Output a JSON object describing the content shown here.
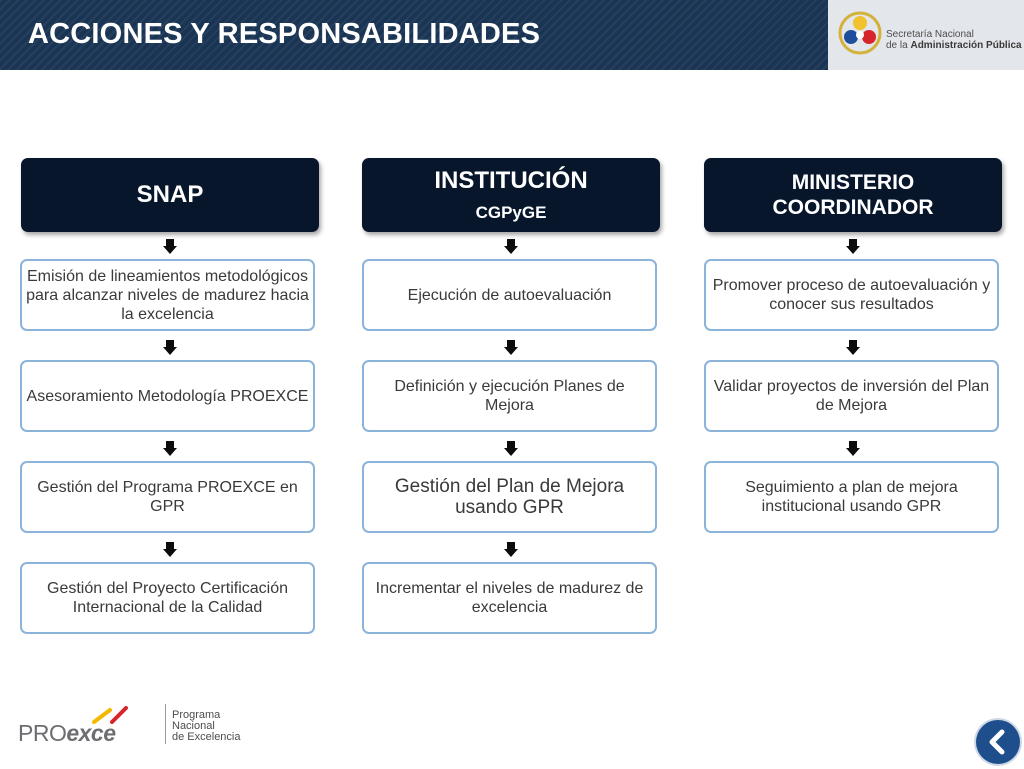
{
  "header": {
    "title": "ACCIONES Y RESPONSABILIDADES"
  },
  "sna_logo": {
    "line1": "Secretaría Nacional",
    "line2_prefix": "de la ",
    "line2_bold": "Administración Pública"
  },
  "columns": [
    {
      "title": "SNAP",
      "subtitle": "",
      "boxes": [
        "Emisión de lineamientos metodológicos para alcanzar niveles de madurez hacia la excelencia",
        "Asesoramiento Metodología PROEXCE",
        "Gestión del Programa PROEXCE en GPR",
        "Gestión del Proyecto Certificación Internacional de la Calidad"
      ]
    },
    {
      "title": "INSTITUCIÓN",
      "subtitle": "CGPyGE",
      "boxes": [
        "Ejecución de autoevaluación",
        "Definición y ejecución Planes de Mejora",
        "Gestión del Plan de Mejora usando GPR",
        "Incrementar el niveles de madurez de excelencia"
      ]
    },
    {
      "title": "MINISTERIO COORDINADOR",
      "subtitle": "",
      "boxes": [
        "Promover proceso de autoevaluación y conocer sus resultados",
        "Validar proyectos de inversión del Plan de Mejora",
        "Seguimiento a plan de mejora institucional usando GPR"
      ]
    }
  ],
  "footer": {
    "logo_pro": "PRO",
    "logo_exce": "exce",
    "logo_line1": "Programa",
    "logo_line2": "Nacional",
    "logo_line3": "de Excelencia"
  },
  "icons": {
    "nav": "chevron-left-icon",
    "arrow": "arrow-down-icon"
  },
  "colors": {
    "header": "#1a3554",
    "column_header": "#08162c",
    "box_border": "#8cb3d9",
    "nav": "#1f4e8c"
  }
}
